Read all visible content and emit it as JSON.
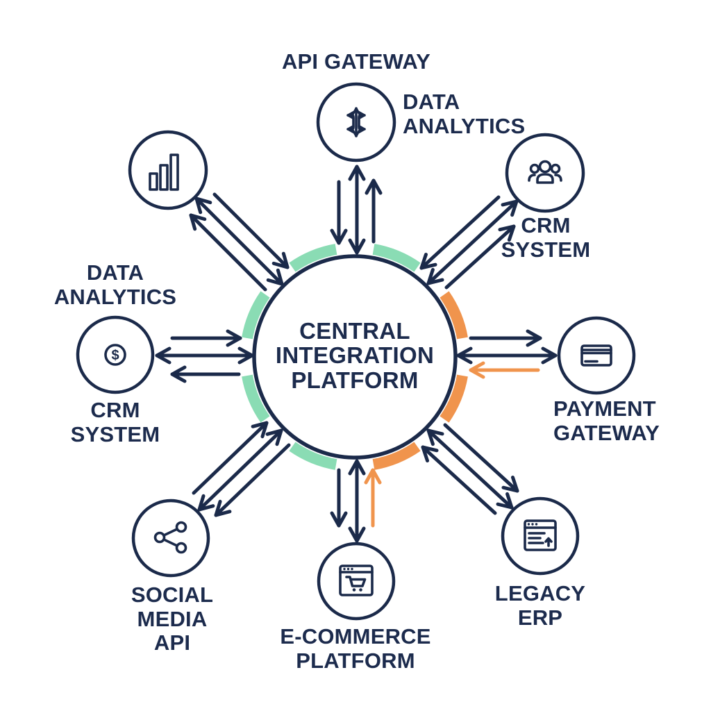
{
  "title": "Central Integration Platform Diagram",
  "colors": {
    "navy": "#1b2a4a",
    "teal": "#8adcb4",
    "orange": "#f0944d",
    "background": "#ffffff",
    "text": "#1c2b4d"
  },
  "center": {
    "lines": [
      "CENTRAL",
      "INTEGRATION",
      "PLATFORM"
    ]
  },
  "labels": {
    "api_gateway": {
      "lines": [
        "API GATEWAY"
      ]
    },
    "data_analytics_top": {
      "lines": [
        "DATA",
        "ANALYTICS"
      ]
    },
    "crm_system_top_right": {
      "lines": [
        "CRM",
        "SYSTEM"
      ]
    },
    "data_analytics_left": {
      "lines": [
        "DATA",
        "ANALYTICS"
      ]
    },
    "crm_system_left": {
      "lines": [
        "CRM",
        "SYSTEM"
      ]
    },
    "payment_gateway": {
      "lines": [
        "PAYMENT",
        "GATEWAY"
      ]
    },
    "social_media_api": {
      "lines": [
        "SOCIAL",
        "MEDIA",
        "API"
      ]
    },
    "e_commerce_platform": {
      "lines": [
        "E-COMMERCE",
        "PLATFORM"
      ]
    },
    "legacy_erp": {
      "lines": [
        "LEGACY",
        "ERP"
      ]
    }
  },
  "icons": {
    "dollar_sign": "$"
  },
  "node_icons": [
    {
      "id": "api-gateway",
      "icon": "routing-arrows-icon",
      "position": "top"
    },
    {
      "id": "data-analytics",
      "icon": "bar-chart-icon",
      "position": "top-left"
    },
    {
      "id": "crm-system",
      "icon": "users-icon",
      "position": "top-right"
    },
    {
      "id": "finance",
      "icon": "dollar-coin-icon",
      "position": "left"
    },
    {
      "id": "payment-gateway",
      "icon": "credit-card-icon",
      "position": "right"
    },
    {
      "id": "social-media",
      "icon": "share-network-icon",
      "position": "bottom-left"
    },
    {
      "id": "e-commerce",
      "icon": "cart-browser-window-icon",
      "position": "bottom"
    },
    {
      "id": "legacy-erp",
      "icon": "document-browser-window-icon",
      "position": "bottom-right"
    }
  ],
  "connections": [
    {
      "between": [
        "central-platform",
        "api-gateway"
      ],
      "arrows": [
        "to-center",
        "bidirectional",
        "to-node"
      ],
      "accents": [
        "navy"
      ]
    },
    {
      "between": [
        "central-platform",
        "crm-system"
      ],
      "arrows": [
        "to-center",
        "bidirectional",
        "to-node"
      ],
      "accents": [
        "navy"
      ]
    },
    {
      "between": [
        "central-platform",
        "payment-gateway"
      ],
      "arrows": [
        "to-node",
        "bidirectional",
        "to-center"
      ],
      "accents": [
        "navy",
        "orange"
      ]
    },
    {
      "between": [
        "central-platform",
        "legacy-erp"
      ],
      "arrows": [
        "to-node",
        "bidirectional",
        "to-center"
      ],
      "accents": [
        "navy"
      ]
    },
    {
      "between": [
        "central-platform",
        "e-commerce"
      ],
      "arrows": [
        "to-node",
        "bidirectional",
        "to-center"
      ],
      "accents": [
        "navy",
        "orange"
      ]
    },
    {
      "between": [
        "central-platform",
        "social-media"
      ],
      "arrows": [
        "to-center",
        "bidirectional",
        "to-node"
      ],
      "accents": [
        "navy"
      ]
    },
    {
      "between": [
        "central-platform",
        "finance"
      ],
      "arrows": [
        "to-center",
        "bidirectional",
        "to-node"
      ],
      "accents": [
        "navy"
      ]
    },
    {
      "between": [
        "central-platform",
        "data-analytics"
      ],
      "arrows": [
        "to-center",
        "bidirectional",
        "to-node"
      ],
      "accents": [
        "navy"
      ]
    }
  ]
}
